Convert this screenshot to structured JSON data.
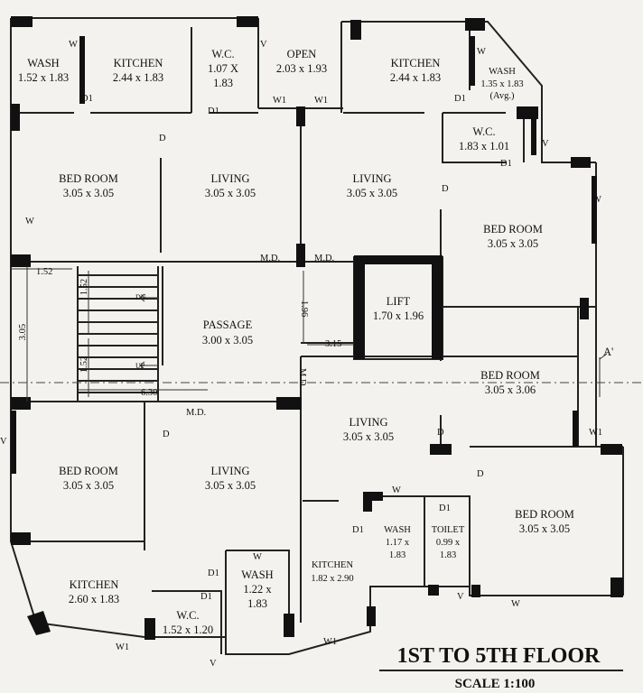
{
  "rooms": {
    "wash1": {
      "name": "WASH",
      "size": "1.52 x 1.83"
    },
    "kitchen1": {
      "name": "KITCHEN",
      "size": "2.44 x 1.83"
    },
    "wc1": {
      "name": "W.C.",
      "size1": "1.07 X",
      "size2": "1.83"
    },
    "open": {
      "name": "OPEN",
      "size": "2.03 x 1.93"
    },
    "kitchen2": {
      "name": "KITCHEN",
      "size": "2.44 x 1.83"
    },
    "wash2": {
      "name": "WASH",
      "size": "1.35 x 1.83",
      "note": "(Avg.)"
    },
    "wc2": {
      "name": "W.C.",
      "size": "1.83 x 1.01"
    },
    "bed1": {
      "name": "BED ROOM",
      "size": "3.05 x 3.05"
    },
    "living1": {
      "name": "LIVING",
      "size": "3.05 x 3.05"
    },
    "living2": {
      "name": "LIVING",
      "size": "3.05 x 3.05"
    },
    "bed2": {
      "name": "BED ROOM",
      "size": "3.05 x 3.05"
    },
    "lift": {
      "name": "LIFT",
      "size": "1.70 x 1.96"
    },
    "passage": {
      "name": "PASSAGE",
      "size": "3.00 x 3.05"
    },
    "bed3": {
      "name": "BED ROOM",
      "size": "3.05 x 3.06"
    },
    "living3": {
      "name": "LIVING",
      "size": "3.05 x 3.05"
    },
    "bed4": {
      "name": "BED ROOM",
      "size": "3.05 x 3.05"
    },
    "living4": {
      "name": "LIVING",
      "size": "3.05 x 3.05"
    },
    "bed5": {
      "name": "BED ROOM",
      "size": "3.05 x 3.05"
    },
    "kitchen3": {
      "name": "KITCHEN",
      "size": "2.60 x 1.83"
    },
    "wc3": {
      "name": "W.C.",
      "size": "1.52 x 1.20"
    },
    "wash3": {
      "name": "WASH",
      "size1": "1.22 x",
      "size2": "1.83"
    },
    "kitchen4": {
      "name": "KITCHEN",
      "size": "1.82 x 2.90"
    },
    "wash4": {
      "name": "WASH",
      "size1": "1.17 x",
      "size2": "1.83"
    },
    "toilet": {
      "name": "TOILET",
      "size1": "0.99 x",
      "size2": "1.83"
    }
  },
  "marks": {
    "d": "D",
    "d1": "D1",
    "w": "W",
    "w1": "W1",
    "v": "V",
    "md": "M.D.",
    "dn": "DN",
    "up": "UP",
    "section": "A'"
  },
  "dims": {
    "d152": "1.52",
    "d152b": "1.52",
    "d152c": "1.52",
    "d305": "3.05",
    "d196": "1.96",
    "d315": "3.15",
    "d630": "6.30"
  },
  "title": "1ST TO 5TH FLOOR",
  "scale": "SCALE 1:100"
}
